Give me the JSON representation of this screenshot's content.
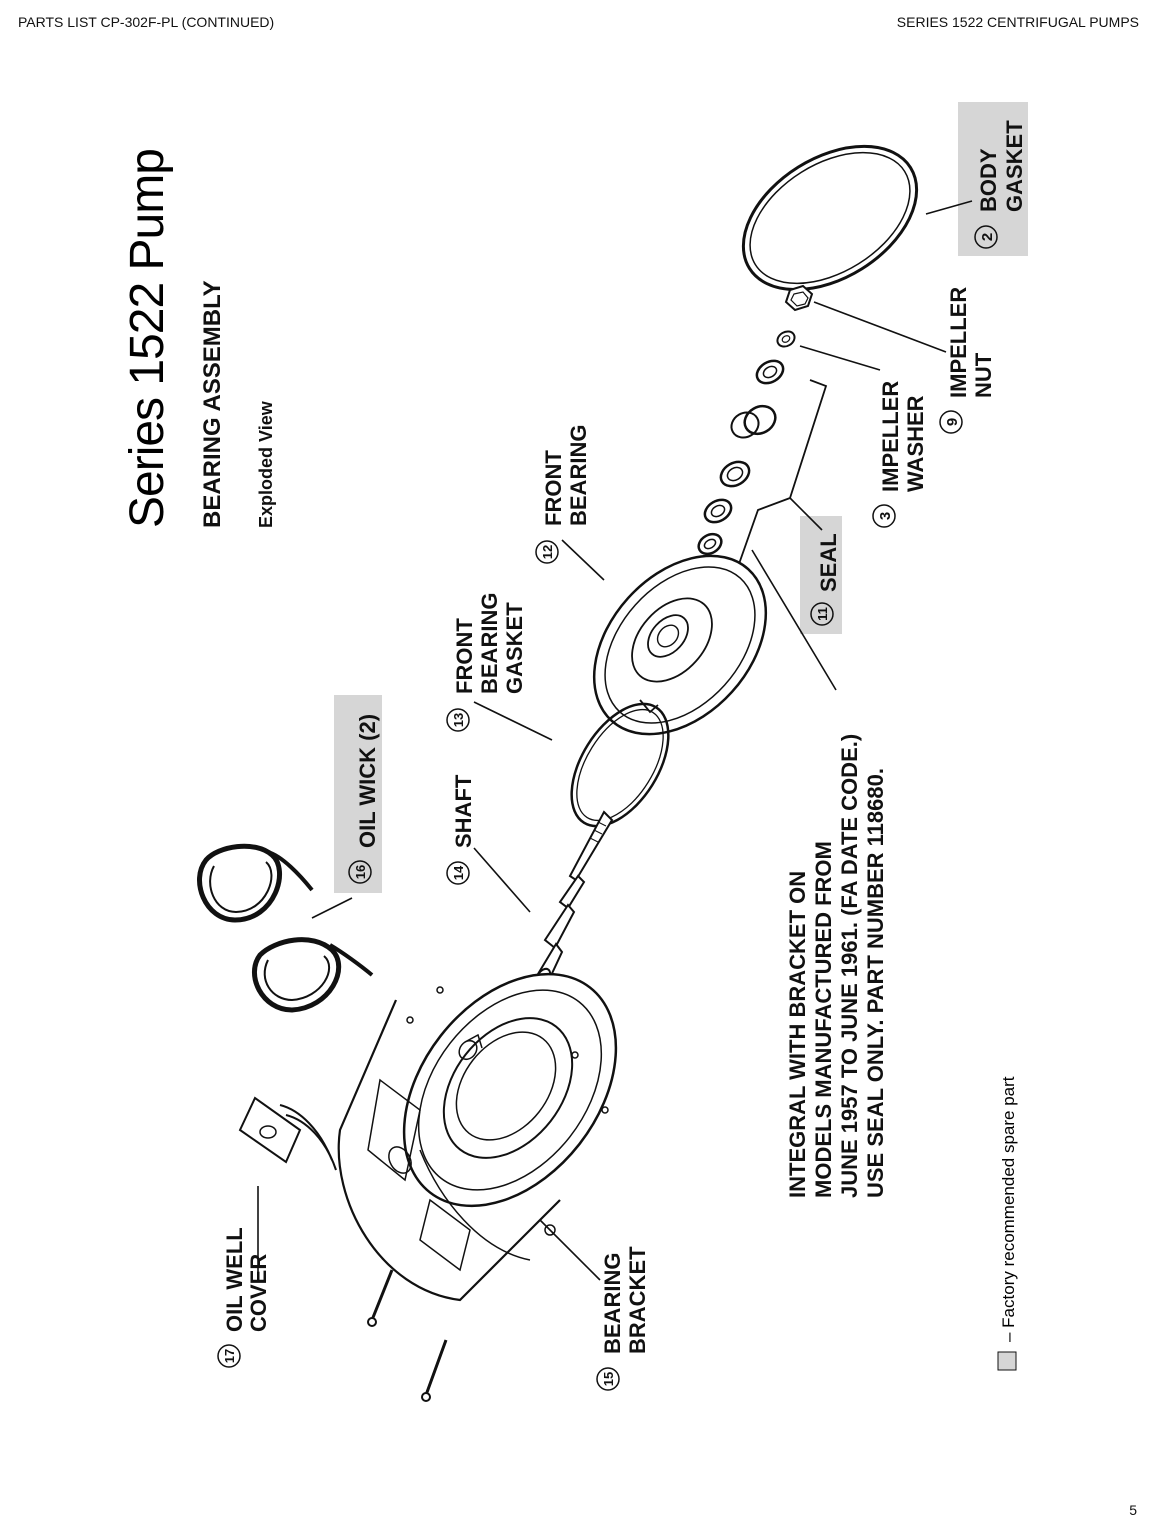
{
  "header": {
    "left": "PARTS LIST CP-302F-PL (CONTINUED)",
    "right": "SERIES 1522 CENTRIFUGAL PUMPS"
  },
  "title": {
    "main": "Series 1522 Pump",
    "sub": "BEARING ASSEMBLY",
    "view": "Exploded View"
  },
  "callouts": {
    "body_gasket": {
      "num": "2",
      "line1": "BODY",
      "line2": "GASKET"
    },
    "impeller_nut": {
      "num": "9",
      "line1": "IMPELLER",
      "line2": "NUT"
    },
    "impeller_washer": {
      "num": "3",
      "line1": "IMPELLER",
      "line2": "WASHER"
    },
    "seal": {
      "num": "11",
      "line1": "SEAL"
    },
    "front_bearing": {
      "num": "12",
      "line1": "FRONT",
      "line2": "BEARING"
    },
    "front_bearing_gasket": {
      "num": "13",
      "line1": "FRONT",
      "line2": "BEARING",
      "line3": "GASKET"
    },
    "oil_wick": {
      "num": "16",
      "line1": "OIL WICK (2)"
    },
    "shaft": {
      "num": "14",
      "line1": "SHAFT"
    },
    "oil_well_cover": {
      "num": "17",
      "line1": "OIL WELL",
      "line2": "COVER"
    },
    "bearing_bracket": {
      "num": "15",
      "line1": "BEARING",
      "line2": "BRACKET"
    }
  },
  "note": {
    "line1": "INTEGRAL WITH BRACKET ON",
    "line2": "MODELS MANUFACTURED FROM",
    "line3": "JUNE 1957 TO JUNE 1961. (FA DATE CODE.)",
    "line4": "USE SEAL ONLY. PART NUMBER 118680."
  },
  "legend": {
    "text": "– Factory recommended spare part"
  },
  "highlight_color": "#d6d6d6",
  "page_number": "5"
}
